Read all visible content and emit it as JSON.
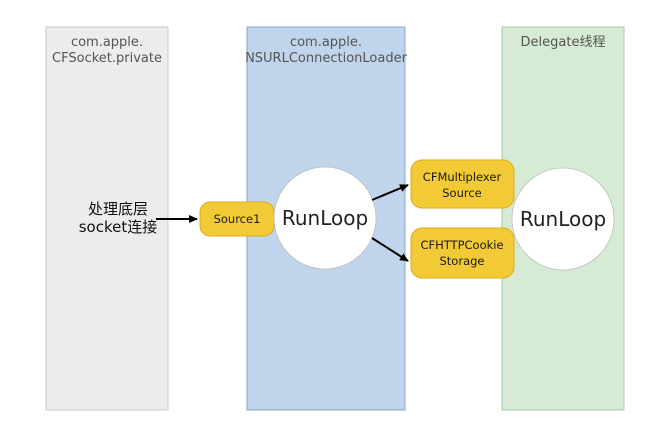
{
  "columns": {
    "left": {
      "title_line1": "com.apple.",
      "title_line2": "CFSocket.private",
      "fill": "#ececec",
      "stroke": "#c8c8c8"
    },
    "middle": {
      "title_line1": "com.apple.",
      "title_line2": "NSURLConnectionLoader",
      "fill": "#c0d4ec",
      "stroke": "#8aa6c6"
    },
    "right": {
      "title_line1": "Delegate线程",
      "fill": "#d6ebd4",
      "stroke": "#a8c8a4"
    }
  },
  "socket_label": {
    "line1": "处理底层",
    "line2": "socket连接"
  },
  "source1": {
    "label": "Source1"
  },
  "runloop_middle": {
    "label": "RunLoop"
  },
  "runloop_right": {
    "label": "RunLoop"
  },
  "multiplexer": {
    "line1": "CFMultiplexer",
    "line2": "Source"
  },
  "cookie": {
    "line1": "CFHTTPCookie",
    "line2": "Storage"
  },
  "colors": {
    "pill": "#f2ca35",
    "pill_stroke": "#d9ad1c",
    "circle": "#ffffff",
    "arrow": "#000000"
  }
}
